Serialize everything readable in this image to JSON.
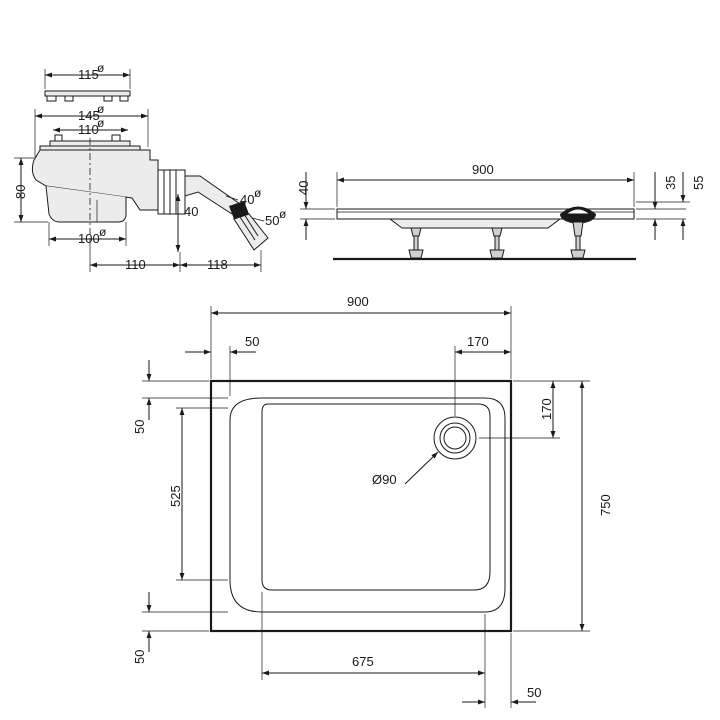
{
  "trap": {
    "d_cover": "115",
    "d_body": "145",
    "d_thread": "110",
    "height": "80",
    "d_outlet_inner": "40",
    "outlet_drop": "40",
    "d_outlet": "50",
    "d_sump": "100",
    "offset_a": "110",
    "offset_b": "118",
    "diam_sign": "ø"
  },
  "side_view": {
    "length": "900",
    "height_40": "40",
    "height_35": "35",
    "height_55": "55"
  },
  "plan": {
    "width": "900",
    "depth": "750",
    "rim_left": "50",
    "waste_offset_x": "170",
    "waste_offset_y": "170",
    "rim_top": "50",
    "inner_depth": "525",
    "rim_bottom": "50",
    "inner_width": "675",
    "rim_right": "50",
    "waste_diameter": "Ø90"
  }
}
